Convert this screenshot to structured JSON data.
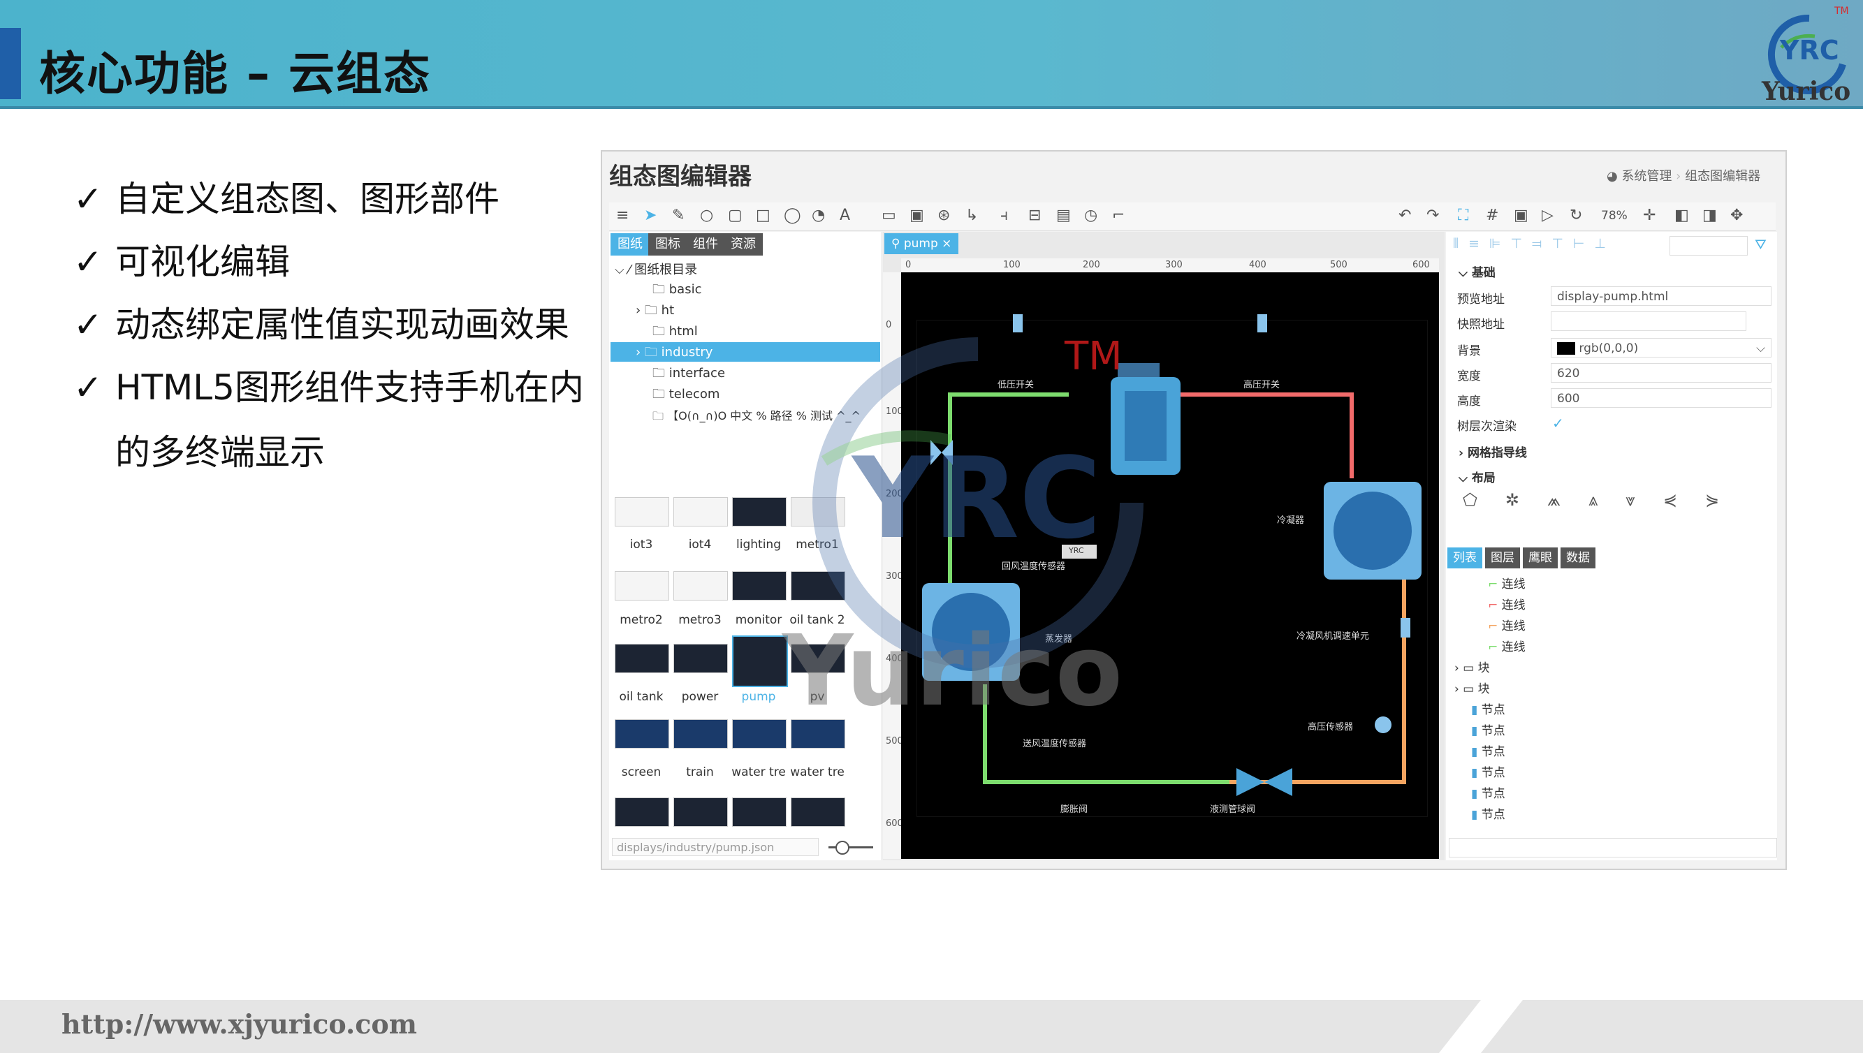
{
  "header": {
    "title": "核心功能 – 云组态"
  },
  "logo": {
    "mark": "YRC",
    "name": "Yurico",
    "tm": "TM"
  },
  "bullets": [
    {
      "check": "✓",
      "text": "自定义组态图、图形部件"
    },
    {
      "check": "✓",
      "text": "可视化编辑"
    },
    {
      "check": "✓",
      "text": "动态绑定属性值实现动画效果"
    },
    {
      "check": "✓",
      "text": "HTML5图形组件支持手机在内"
    },
    {
      "check": "",
      "text": "的多终端显示"
    }
  ],
  "footer": {
    "url": "http://www.xjyurico.com"
  },
  "editor": {
    "title": "组态图编辑器",
    "breadcrumb": [
      "系统管理",
      "组态图编辑器"
    ],
    "zoom": "78%",
    "left_tabs": [
      "图纸",
      "图标",
      "组件",
      "资源"
    ],
    "tree_root": "图纸根目录",
    "tree": [
      "basic",
      "ht",
      "html",
      "industry",
      "interface",
      "telecom",
      "【O(∩_∩)O 中文 % 路径 % 测试 ^_^"
    ],
    "thumbs": [
      "iot3",
      "iot4",
      "lighting",
      "metro1",
      "metro2",
      "metro3",
      "monitor",
      "oil tank 2",
      "oil tank",
      "power",
      "pump",
      "pv",
      "screen",
      "train",
      "water tre",
      "water tre"
    ],
    "path": "displays/industry/pump.json",
    "canvas_tab": "pump",
    "ruler_top": [
      "0",
      "100",
      "200",
      "300",
      "400",
      "500",
      "600"
    ],
    "ruler_left": [
      "0",
      "100",
      "200",
      "300",
      "400",
      "500",
      "600"
    ],
    "diagram": {
      "tm": "TM",
      "labels": {
        "low_switch": "低压开关",
        "high_switch": "高压开关",
        "condenser": "冷凝器",
        "return_sensor": "回风温度传感器",
        "evaporator": "蒸发器",
        "fan_speed": "冷凝风机调速单元",
        "hp_sensor": "高压传感器",
        "supply_sensor": "送风温度传感器",
        "expansion_valve": "膨胀阀",
        "ball_valve": "液测管球阀",
        "badge": "YRC"
      }
    },
    "props": {
      "section_basic": "基础",
      "preview_label": "预览地址",
      "preview_value": "display-pump.html",
      "snapshot_label": "快照地址",
      "bg_label": "背景",
      "bg_value": "rgb(0,0,0)",
      "width_label": "宽度",
      "width_value": "620",
      "height_label": "高度",
      "height_value": "600",
      "layer_label": "树层次渲染",
      "section_grid": "网格指导线",
      "section_layout": "布局"
    },
    "right_tabs": [
      "列表",
      "图层",
      "鹰眼",
      "数据"
    ],
    "list": [
      "连线",
      "连线",
      "连线",
      "连线",
      "块",
      "块",
      "节点",
      "节点",
      "节点",
      "节点",
      "节点",
      "节点"
    ]
  },
  "watermark": {
    "text1": "YRC",
    "text2": "Yurico"
  },
  "colors": {
    "header": "#5ab8cf",
    "accent": "#1f5fa8",
    "selected": "#4cb3e6",
    "pipe_hot": "#f4a460",
    "pipe_cool": "#7ddc6e"
  }
}
